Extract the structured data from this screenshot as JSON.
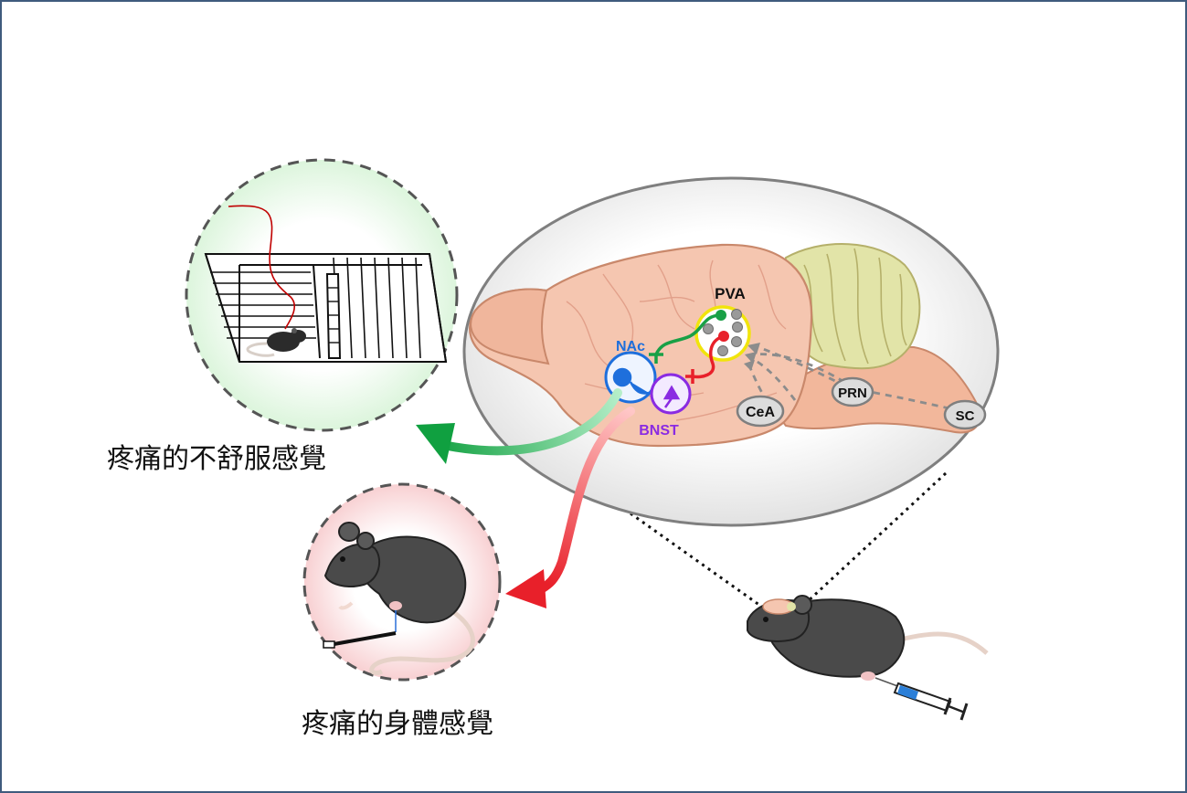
{
  "labels": {
    "pva": "PVA",
    "nac": "NAc",
    "bnst": "BNST",
    "cea": "CeA",
    "prn": "PRN",
    "sc": "SC"
  },
  "captions": {
    "affective": "疼痛的不舒服感覺",
    "sensory": "疼痛的身體感覺"
  },
  "colors": {
    "frame": "#3f5b7d",
    "nac": "#1e6fdc",
    "bnst": "#8a2be2",
    "pva": "#f1e40c",
    "green_path": "#19a046",
    "red_path": "#e8202a",
    "brain": "#f5c6b0",
    "cerebellum": "#e2e4a8"
  }
}
